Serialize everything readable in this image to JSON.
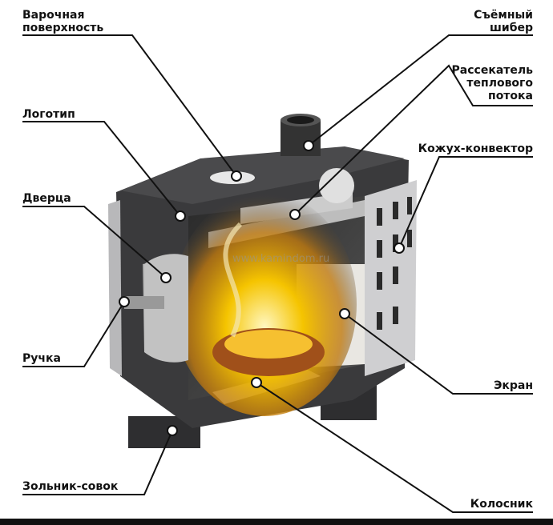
{
  "labels": {
    "cooking_surface": "Варочная\nповерхность",
    "damper": "Съёмный\nшибер",
    "heat_divider": "Рассекатель\nтеплового\nпотока",
    "logo": "Логотип",
    "convector": "Кожух-конвектор",
    "door": "Дверца",
    "handle": "Ручка",
    "screen": "Экран",
    "ash_pan": "Зольник-совок",
    "grate": "Колосник"
  },
  "watermark": "www.kamindom.ru",
  "colors": {
    "body": "#3a3a3c",
    "panel": "#c9c9cb",
    "flame": "#f5b800",
    "line": "#111111"
  }
}
